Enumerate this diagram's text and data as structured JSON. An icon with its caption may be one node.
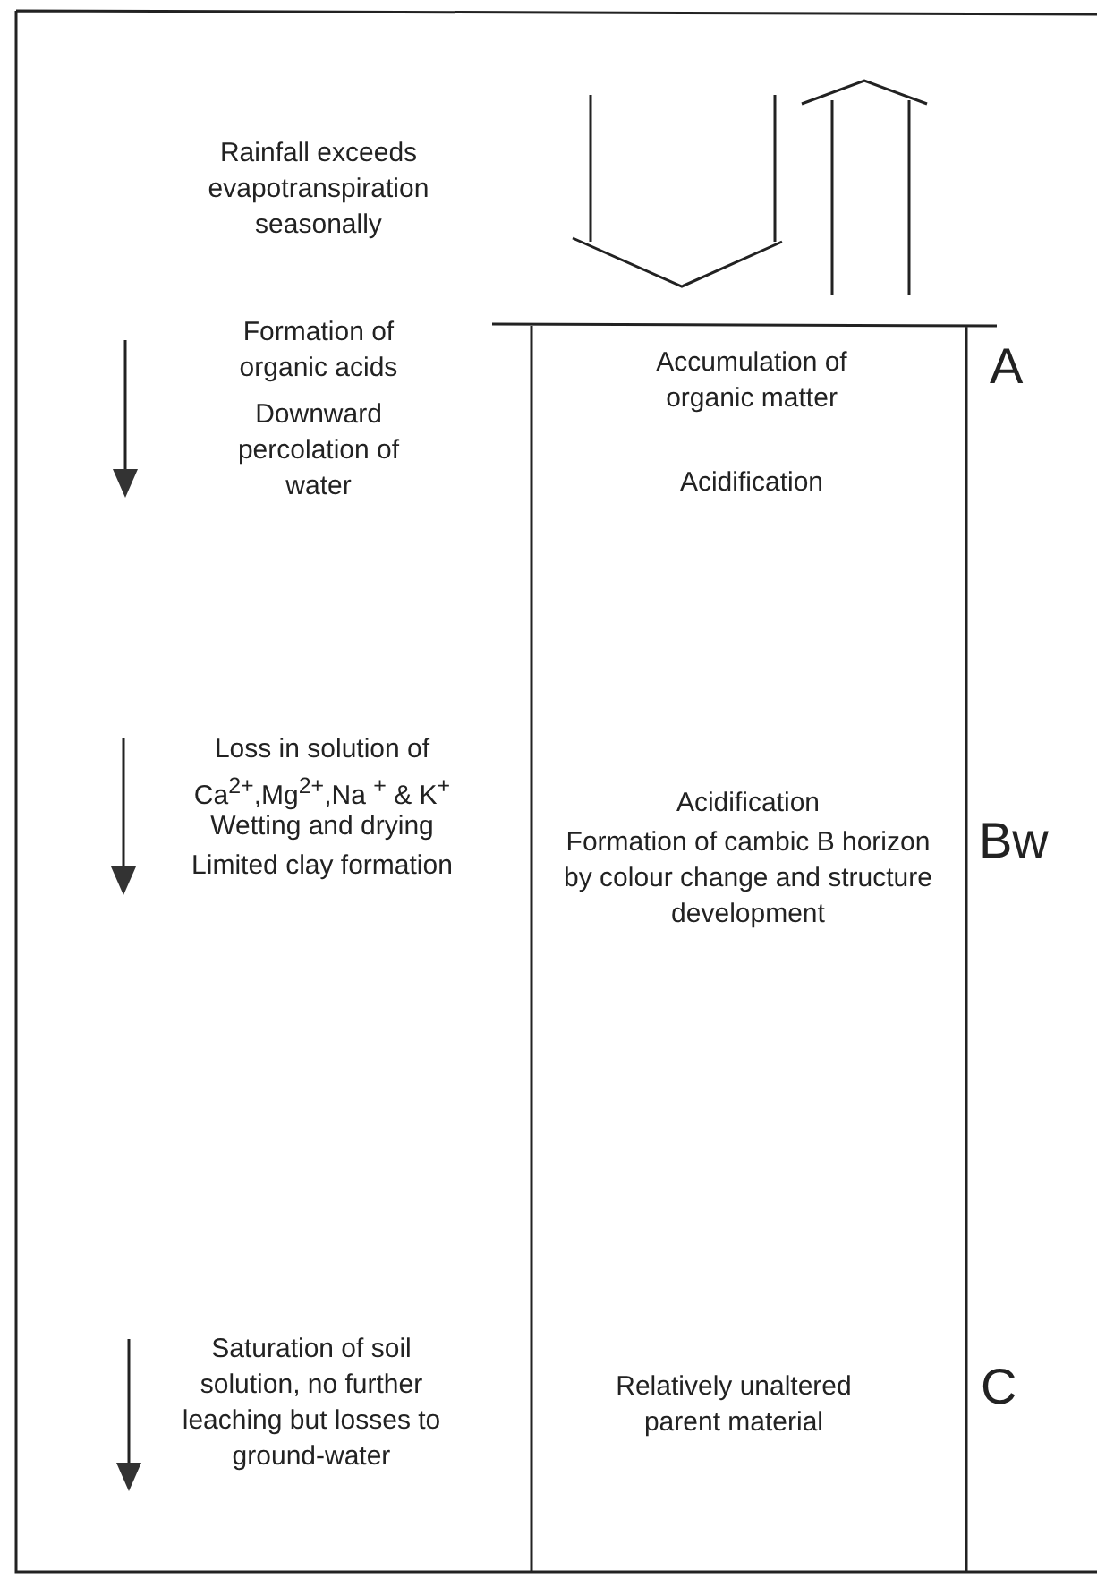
{
  "diagram": {
    "labels": [
      "Rainfall exceeds evapotranspiration seasonally",
      "Formation of organic acids",
      "Downward percolation of water",
      "Accumulation of organic matter",
      "A",
      "Acidification",
      "Loss in solution of Ca$^{2+}$,Mg$^{2+}$,Na $^{+}$ & K$^{+}$",
      "Wetting and drying",
      "Limited clay formation",
      "Acidification",
      "Formation of cambic B horizon by colour change and structure development",
      "Bw",
      "Saturation of soil solution, no further leaching but losses to ground-water",
      "Relatively unaltered parent material",
      "C"
    ]
  }
}
